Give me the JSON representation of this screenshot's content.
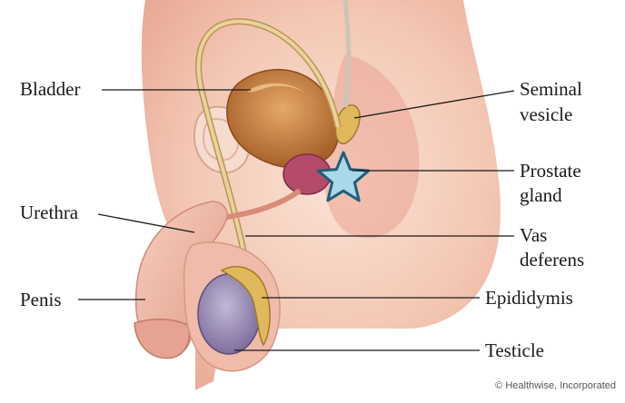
{
  "labels": {
    "bladder": "Bladder",
    "urethra": "Urethra",
    "penis": "Penis",
    "seminal_vesicle_line1": "Seminal",
    "seminal_vesicle_line2": "vesicle",
    "prostate_line1": "Prostate",
    "prostate_line2": "gland",
    "vas_line1": "Vas",
    "vas_line2": "deferens",
    "epididymis": "Epididymis",
    "testicle": "Testicle"
  },
  "credit": "© Healthwise, Incorporated",
  "colors": {
    "skin": "#f3c7b3",
    "skin_shadow": "#e7a48e",
    "bladder": "#c9813f",
    "bladder_dark": "#9a5522",
    "tube": "#e5c98f",
    "tube_edge": "#b79557",
    "prostate": "#b44b6a",
    "testicle": "#9c8fb8",
    "star_fill": "#a9d8e8",
    "star_stroke": "#1f5e7a",
    "leader": "#1a1a1a"
  }
}
